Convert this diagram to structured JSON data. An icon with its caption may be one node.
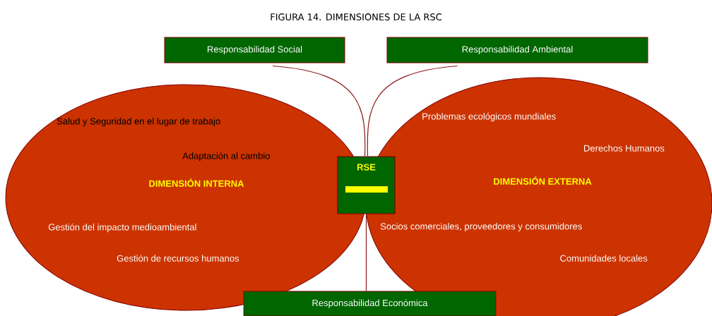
{
  "diagram": {
    "title": "FIGURA  14. DIMENSIONES DE LA RSC",
    "nodes": [
      {
        "text": [
          "Salud y Seguridad en el lugar de trabajo",
          "Adaptación al cambio",
          "DIMENSIÓN INTERNA",
          "Gestión del impacto medioambiental",
          "Gestión de recursos humanos"
        ]
      },
      {
        "text": [
          "Problemas ecológicos mundiales",
          "Derechos Humanos",
          "DIMENSIÓN EXTERNA",
          "Socios comerciales, proveedores y consumidores",
          "Comunidades locales"
        ]
      },
      {
        "text": [
          "Responsabilidad Social"
        ]
      },
      {
        "text": [
          "Responsabilidad Ambiental"
        ]
      },
      {
        "text": [
          "RSE"
        ]
      },
      {
        "text": [
          "Responsabilidad Económica"
        ]
      }
    ],
    "edges": [
      {
        "from": 2,
        "to": 4,
        "arrow": "none"
      },
      {
        "from": 3,
        "to": 4,
        "arrow": "none"
      },
      {
        "from": 5,
        "to": 4,
        "arrow": "none"
      }
    ]
  }
}
